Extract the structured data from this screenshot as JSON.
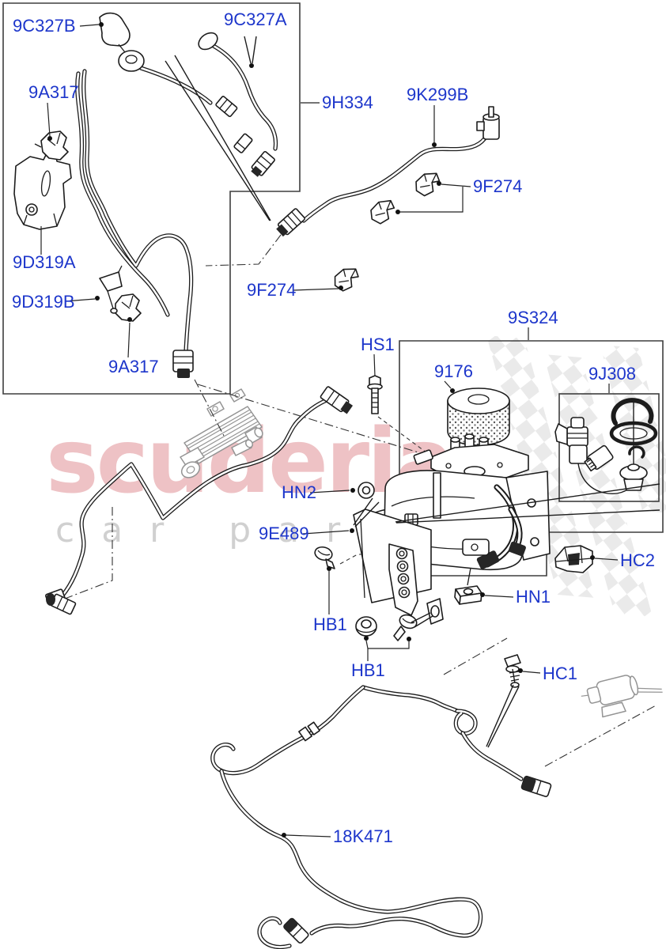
{
  "watermark": {
    "title": "scuderia",
    "subtitle": "car parts"
  },
  "palette": {
    "label-color": "#1d36cb",
    "line-color": "#1c1c1c",
    "gray-color": "#949494",
    "wm-pink": "#eec2c5",
    "wm-gray": "#d0d0d0"
  },
  "labels": {
    "p9c327b": "9C327B",
    "p9c327a": "9C327A",
    "p9h334": "9H334",
    "p9k299b": "9K299B",
    "p9f274a": "9F274",
    "p9f274b": "9F274",
    "p9a317a": "9A317",
    "p9a317b": "9A317",
    "p9d319a": "9D319A",
    "p9d319b": "9D319B",
    "p9s324": "9S324",
    "phs1": "HS1",
    "p9176": "9176",
    "p9j308": "9J308",
    "phn2": "HN2",
    "p9e489": "9E489",
    "phc2": "HC2",
    "phn1": "HN1",
    "phb1a": "HB1",
    "phb1b": "HB1",
    "phc1": "HC1",
    "p18k471": "18K471"
  }
}
